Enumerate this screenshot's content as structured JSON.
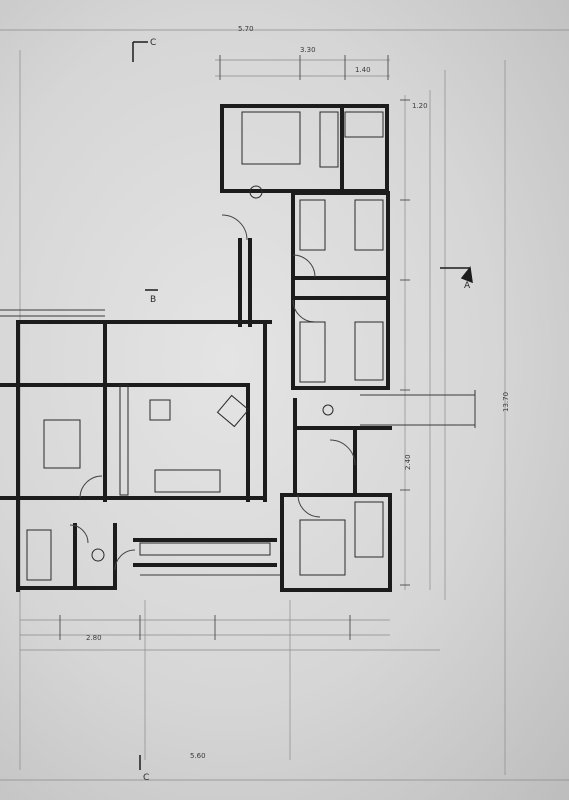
{
  "drawing": {
    "section_markers": {
      "c_top": "C",
      "c_bottom": "C",
      "a_right": "A",
      "b_left": "B"
    },
    "dimension_marks": [
      "5.70",
      "3.30",
      "1.40",
      "2.80",
      "5.60",
      "13.70",
      "1.20",
      "2.40"
    ],
    "ink_color": "#1c1c1c",
    "paper_color": "#dcdcdc"
  }
}
